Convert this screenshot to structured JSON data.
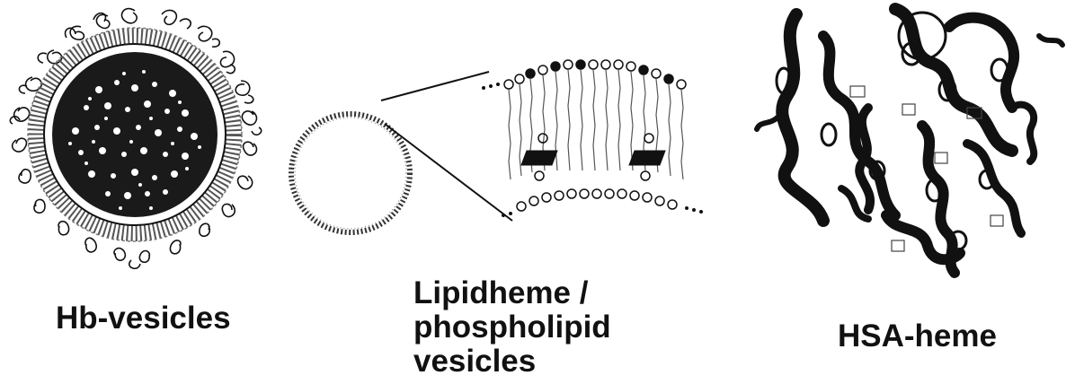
{
  "labels": {
    "hb_vesicles": "Hb-vesicles",
    "lipidheme_line1": "Lipidheme /",
    "lipidheme_line2": "phospholipid",
    "lipidheme_line3": "vesicles",
    "hsa_heme": "HSA-heme"
  },
  "colors": {
    "ink": "#111111",
    "background": "#ffffff"
  }
}
